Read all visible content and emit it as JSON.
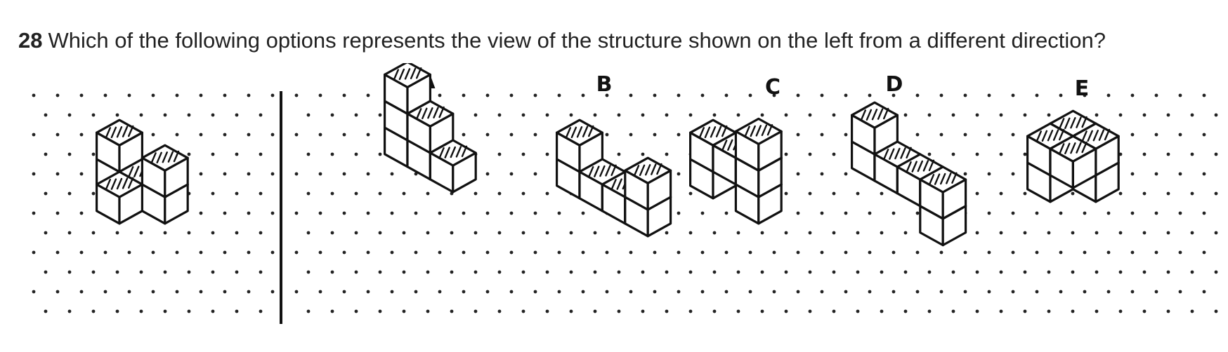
{
  "question": {
    "number": "28",
    "text": "Which of the following options represents the view of the structure shown on the left from a different direction?"
  },
  "options": [
    {
      "label": "A"
    },
    {
      "label": "B"
    },
    {
      "label": "C"
    },
    {
      "label": "D"
    },
    {
      "label": "E"
    }
  ],
  "colors": {
    "ink": "#111111",
    "text": "#222222",
    "dot": "#222222",
    "background": "#ffffff"
  }
}
